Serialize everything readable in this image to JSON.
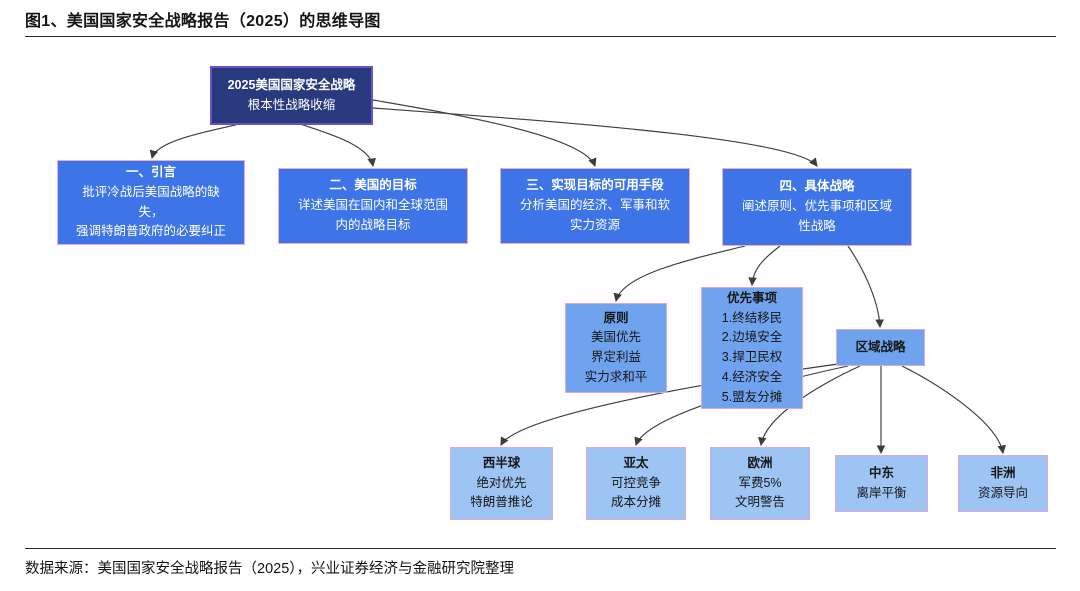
{
  "figure": {
    "title": "图1、美国国家安全战略报告（2025）的思维导图",
    "source": "数据来源：美国国家安全战略报告（2025），兴业证券经济与金融研究院整理"
  },
  "colors": {
    "root_fill": "#28397E",
    "root_border": "#6C52C8",
    "l2_fill": "#3D74E8",
    "l2_border": "#ECACCE",
    "l3_fill": "#6FA3EE",
    "l4_fill": "#9EC4F4",
    "light_border": "#DCA9DC",
    "arrow": "#3d3d3d"
  },
  "nodes": [
    {
      "id": "root",
      "level": "root",
      "title": "2025美国国家安全战略",
      "lines": [
        "根本性战略收缩"
      ]
    },
    {
      "id": "intro",
      "level": "l2",
      "title": "一、引言",
      "lines": [
        "批评冷战后美国战略的缺",
        "失，",
        "强调特朗普政府的必要纠正"
      ]
    },
    {
      "id": "goals",
      "level": "l2",
      "title": "二、美国的目标",
      "lines": [
        "详述美国在国内和全球范围",
        "内的战略目标"
      ]
    },
    {
      "id": "means",
      "level": "l2",
      "title": "三、实现目标的可用手段",
      "lines": [
        "分析美国的经济、军事和软",
        "实力资源"
      ]
    },
    {
      "id": "strategies",
      "level": "l2",
      "title": "四、具体战略",
      "lines": [
        "阐述原则、优先事项和区域",
        "性战略"
      ]
    },
    {
      "id": "principles",
      "level": "l3",
      "title": "原则",
      "lines": [
        "美国优先",
        "界定利益",
        "实力求和平"
      ]
    },
    {
      "id": "priorities",
      "level": "l3",
      "title": "优先事项",
      "lines": [
        "1.终结移民",
        "2.边境安全",
        "3.捍卫民权",
        "4.经济安全",
        "5.盟友分摊"
      ]
    },
    {
      "id": "regional",
      "level": "l3",
      "title": "区域战略",
      "lines": []
    },
    {
      "id": "west",
      "level": "l4",
      "title": "西半球",
      "lines": [
        "绝对优先",
        "特朗普推论"
      ]
    },
    {
      "id": "asia",
      "level": "l4",
      "title": "亚太",
      "lines": [
        "可控竞争",
        "成本分摊"
      ]
    },
    {
      "id": "europe",
      "level": "l4",
      "title": "欧洲",
      "lines": [
        "军费5%",
        "文明警告"
      ]
    },
    {
      "id": "mideast",
      "level": "l4",
      "title": "中东",
      "lines": [
        "离岸平衡"
      ]
    },
    {
      "id": "africa",
      "level": "l4",
      "title": "非洲",
      "lines": [
        "资源导向"
      ]
    }
  ],
  "edges": [
    {
      "from": "root",
      "to": "intro"
    },
    {
      "from": "root",
      "to": "goals"
    },
    {
      "from": "root",
      "to": "means"
    },
    {
      "from": "root",
      "to": "strategies"
    },
    {
      "from": "strategies",
      "to": "principles"
    },
    {
      "from": "strategies",
      "to": "priorities"
    },
    {
      "from": "strategies",
      "to": "regional"
    },
    {
      "from": "regional",
      "to": "west"
    },
    {
      "from": "regional",
      "to": "asia"
    },
    {
      "from": "regional",
      "to": "europe"
    },
    {
      "from": "regional",
      "to": "mideast"
    },
    {
      "from": "regional",
      "to": "africa"
    }
  ]
}
